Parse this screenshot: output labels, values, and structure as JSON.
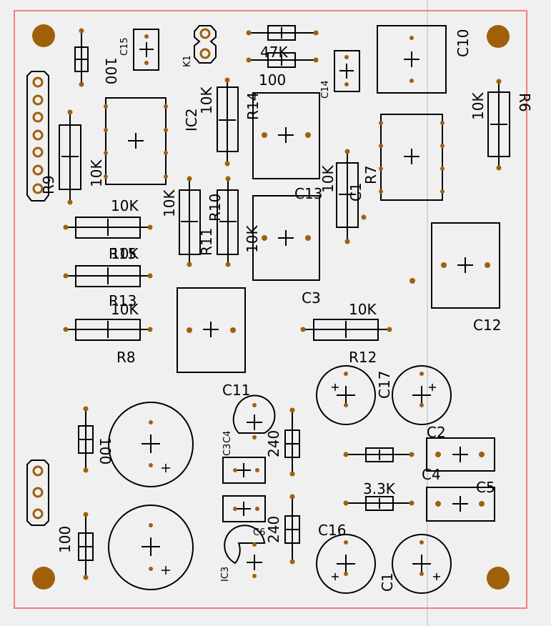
{
  "colors": {
    "board_outline": "#f08080",
    "silk": "#000000",
    "pad": "#a0600a",
    "guide": "#bbbbbb",
    "background": "#f0f0f0"
  },
  "labels": {
    "r100_top": "100",
    "c15": "C15",
    "k1": "K1",
    "r47k": "47K",
    "r100_mid": "100",
    "c14": "C14",
    "c10": "C10",
    "r6_val": "10K",
    "r6": "R6",
    "ic2": "IC2",
    "r14_val": "10K",
    "r14": "R14",
    "r9": "R9",
    "r9_val": "10K",
    "r13_val": "10K",
    "c13": "C13",
    "r7": "R7",
    "c1top": "C1",
    "r_left_val": "10K",
    "r11_val": "10K",
    "r10": "R10",
    "r11": "R11",
    "r15": "R15",
    "r_mid2": "10K",
    "r13": "R13",
    "r16_val": "10K",
    "c3_val": "10K",
    "c3": "C3",
    "c12": "C12",
    "r8": "R8",
    "r12_val": "10K",
    "r12": "R12",
    "c11": "C11",
    "c17": "C17",
    "r100_l1": "100",
    "c4_small": "C4",
    "c3_small": "C3",
    "r240a": "240",
    "c2": "C2",
    "r33k": "3.3K",
    "c4": "C4",
    "c5": "C5",
    "r100_l2": "100",
    "r240b": "240",
    "c6": "C6",
    "c16": "C16",
    "c1": "C1",
    "ic3": "IC3"
  }
}
